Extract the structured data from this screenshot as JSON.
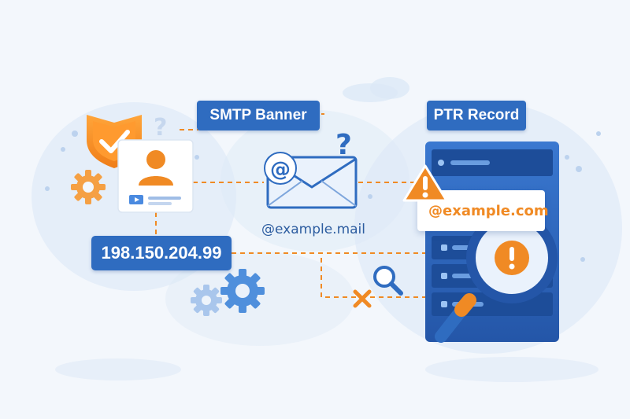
{
  "labels": {
    "smtp_banner": "SMTP Banner",
    "ptr_record": "PTR Record",
    "ip_address": "198.150.204.99",
    "mail_domain": "@example.mail",
    "ptr_domain": "@example.com"
  },
  "icons": [
    "shield-check-icon",
    "question-mark-icon",
    "user-profile-icon",
    "gear-icon",
    "email-envelope-icon",
    "at-sign-icon",
    "warning-icon",
    "server-rack-icon",
    "magnifier-alert-icon",
    "search-icon",
    "mismatch-x-icon"
  ],
  "colors": {
    "accent_blue": "#2f6cc0",
    "accent_orange": "#f08a24",
    "background": "#f3f7fc"
  }
}
